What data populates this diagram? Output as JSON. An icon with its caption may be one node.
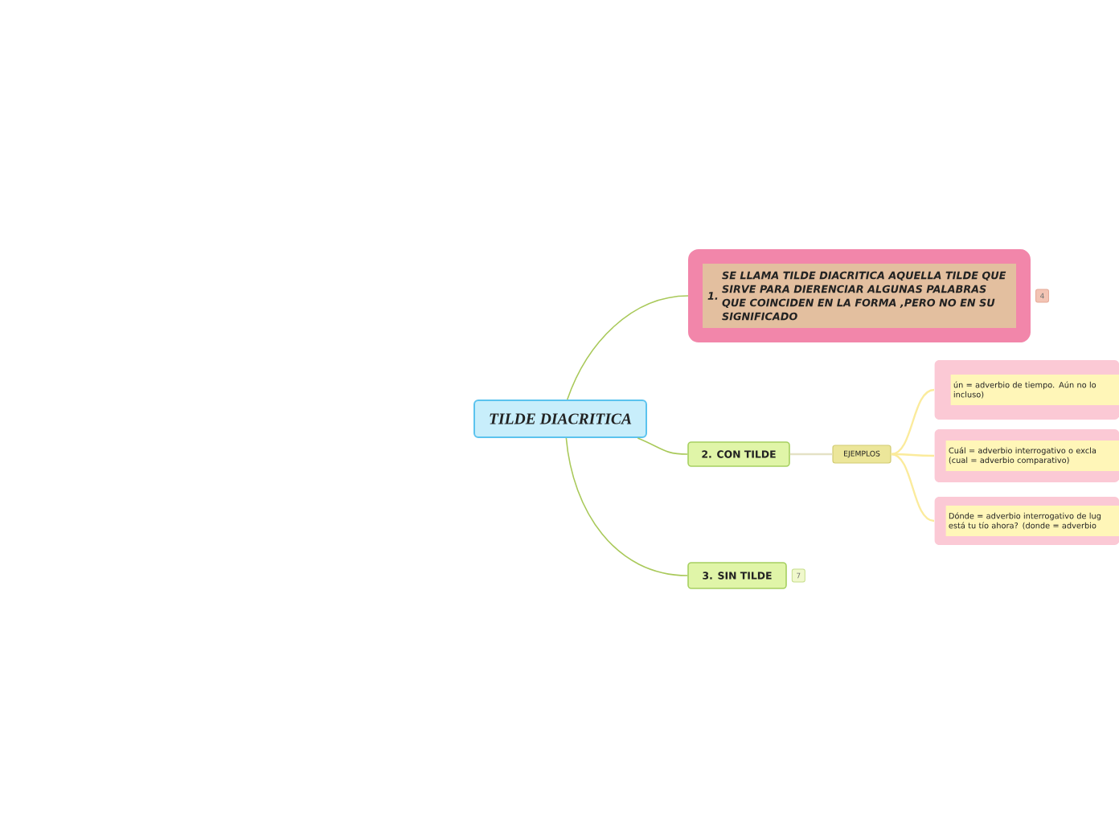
{
  "diagram": {
    "nodes": [
      {
        "text": [
          "TILDE DIACRITICA"
        ]
      },
      {
        "text": [
          "1.",
          "SE LLAMA TILDE DIACRITICA AQUELLA TILDE QUE SIRVE PARA DIERENCIAR ALGUNAS PALABRAS QUE COINCIDEN EN LA FORMA ,PERO NO EN SU SIGNIFICADO"
        ],
        "beside": [
          "4"
        ]
      },
      {
        "text": [
          "2. CON TILDE"
        ]
      },
      {
        "text": [
          "EJEMPLOS"
        ]
      },
      {
        "text": [
          "ún = adverbio de tiempo. Aún no lo incluso)"
        ]
      },
      {
        "text": [
          "Cuál = adverbio interrogativo o excla (cual = adverbio comparativo)"
        ]
      },
      {
        "text": [
          "Dónde = adverbio interrogativo de lug está tu tío ahora? (donde = adverbio"
        ]
      },
      {
        "text": [
          "3. SIN TILDE"
        ],
        "beside": [
          "7"
        ]
      }
    ],
    "edges": [
      {
        "from": 0,
        "to": 1,
        "arrow": "none"
      },
      {
        "from": 0,
        "to": 2,
        "arrow": "none"
      },
      {
        "from": 0,
        "to": 7,
        "arrow": "none"
      },
      {
        "from": 2,
        "to": 3,
        "arrow": "none",
        "color": "#e4e1c6"
      },
      {
        "from": 3,
        "to": 4,
        "arrow": "none",
        "color": "#fbeb9c"
      },
      {
        "from": 3,
        "to": 5,
        "arrow": "none",
        "color": "#fbeb9c"
      },
      {
        "from": 3,
        "to": 6,
        "arrow": "none",
        "color": "#fbeb9c"
      }
    ]
  }
}
